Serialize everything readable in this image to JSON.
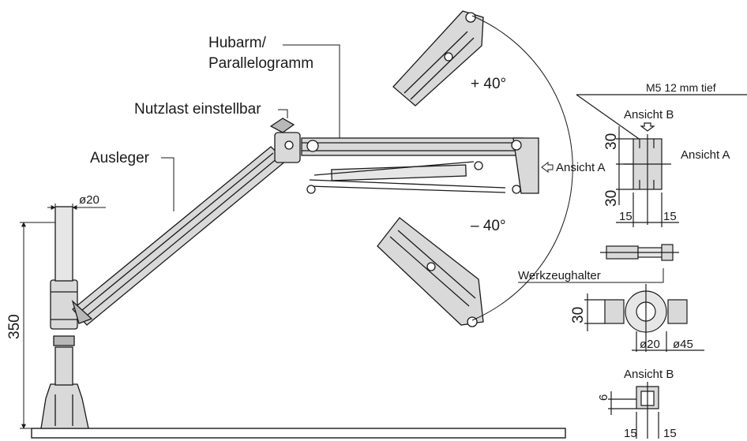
{
  "labels": {
    "hubarm_line1": "Hubarm/",
    "hubarm_line2": "Parallelogramm",
    "nutzlast": "Nutzlast einstellbar",
    "ausleger": "Ausleger",
    "angle_up": "+ 40°",
    "angle_down": "– 40°",
    "ansicht_a_arrow": "Ansicht A",
    "ansicht_a": "Ansicht A",
    "ansicht_b_top": "Ansicht B",
    "ansicht_b_bottom": "Ansicht B",
    "m5_note": "M5 12 mm tief",
    "werkzeughalter": "Werkzeughalter"
  },
  "dimensions": {
    "d20_pillar": "ø20",
    "h350": "350",
    "top_30a": "30",
    "top_30b": "30",
    "top_15a": "15",
    "top_15b": "15",
    "holder_30": "30",
    "d20": "ø20",
    "d45": "ø45",
    "bottom_6": "6",
    "bottom_15a": "15",
    "bottom_15b": "15"
  },
  "colors": {
    "line": "#1a1a1a",
    "fill_light": "#d9d9d9",
    "fill_mid": "#b8b8b8",
    "background": "#ffffff"
  }
}
